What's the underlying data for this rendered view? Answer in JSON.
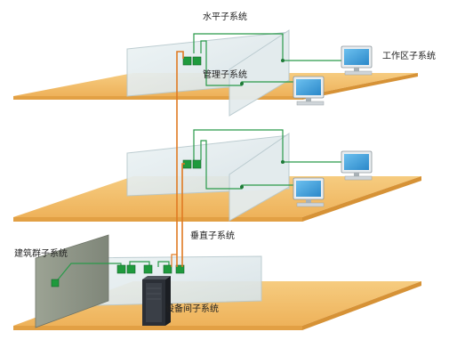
{
  "labels": {
    "horizontal": "水平子系统",
    "admin": "管理子系统",
    "work_area": "工作区子系统",
    "vertical": "垂直子系统",
    "campus": "建筑群子系统",
    "equipment_room": "设备间子系统"
  },
  "colors": {
    "floor_top": "#f3c26c",
    "floor_front": "#e9a94a",
    "floor_edge": "#d48e2c",
    "cable_green": "#2a9a4a",
    "connector": "#1f9a3d",
    "backbone_orange": "#e07a22",
    "glass_fill": "#dfe9ec",
    "glass_edge": "#b7c8cd",
    "monitor_screen": "#3aa0de",
    "cabinet": "#2b2f36",
    "campus_wall": "#8e9589"
  }
}
